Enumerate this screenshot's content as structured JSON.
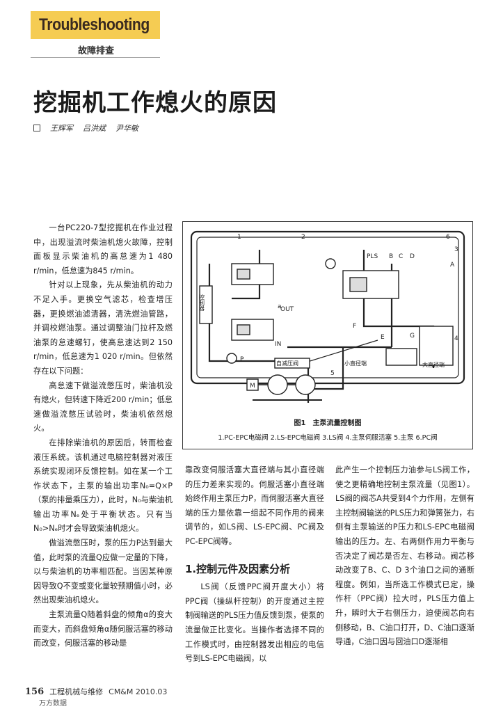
{
  "header": {
    "section_en": "Troubleshooting",
    "section_cn": "故障排查"
  },
  "article": {
    "title": "挖掘机工作熄火的原因",
    "authors": [
      "王辉军",
      "吕洪斌",
      "尹华敏"
    ]
  },
  "col1": {
    "p1": "一台PC220-7型挖掘机在作业过程中，出现溢流时柴油机熄火故障，控制面板显示柴油机的高怠速为1 480 r/min，低怠速为845 r/min。",
    "p2": "针对以上现象，先从柴油机的动力不足入手。更换空气滤芯，检查增压器，更换燃油滤清器，清洗燃油管路，并调校燃油泵。通过调整油门拉杆及燃油泵的怠速螺钉，使高怠速达到2 150 r/min，低怠速为1 020 r/min。但依然存在以下问题：",
    "p3": "高怠速下做溢流憋压时，柴油机没有熄火，但转速下降近200 r/min；低怠速做溢流憋压试验时，柴油机依然熄火。",
    "p4": "在排除柴油机的原因后，转而检查液压系统。该机通过电脑控制器对液压系统实现闭环反馈控制。如在某一个工作状态下，主泵的输出功率N₀=Q×P（泵的排量乘压力），此时，N₀与柴油机输出功率Nₑ处于平衡状态。只有当N₀>Nₑ时才会导致柴油机熄火。",
    "p5": "做溢流憋压时，泵的压力P达到最大值，此时泵的流量Q应做一定量的下降，以与柴油机的功率相匹配。当因某种原因导致Q不变或变化量较预期值小时，必然出现柴油机熄火。",
    "p6": "主泵流量Q随着斜盘的倾角α的变大而变大，而斜盘倾角α随伺服活塞的移动而改变，伺服活塞的移动是"
  },
  "col2": {
    "p1": "靠改变伺服活塞大直径端与其小直径端的压力差来实现的。伺服活塞小直径端始终作用主泵压力P，而伺服活塞大直径端的压力是依靠一组起不同作用的阀来调节的，如LS阀、LS-EPC阀、PC阀及PC-EPC阀等。",
    "heading": "1.控制元件及因素分析",
    "p2": "LS阀（反馈PPC阀开度大小）将PPC阀（操纵杆控制）的开度通过主控制阀输送的PLS压力值反馈到泵，使泵的流量做正比变化。当操作者选择不同的工作模式时，由控制器发出相应的电信号到LS-EPC电磁阀，以"
  },
  "col3": {
    "p1": "此产生一个控制压力油参与LS阀工作，使之更精确地控制主泵流量（见图1）。LS阀的阀芯A共受到4个力作用，左侧有主控制阀输送的PLS压力和弹簧张力，右侧有主泵输送的P压力和LS-EPC电磁阀输出的压力。左、右两侧作用力平衡与否决定了阀芯是否左、右移动。阀芯移动改变了B、C、D 3个油口之间的通断程度。例如，当所选工作模式已定，操作杆（PPC阀）拉大时，PLS压力值上升，瞬时大于右侧压力，迫使阀芯向右侧移动，B、C油口打开，D、C油口逐渐导通，C油口因与回油口D逐渐相"
  },
  "figure": {
    "caption": "图1　主泵流量控制图",
    "legend": "1.PC-EPC电磁阀 2.LS-EPC电磁阀 3.LS阀 4.主泵伺服活塞 5.主泵 6.PC阀",
    "labels": {
      "n1": "1",
      "n2": "2",
      "n3": "3",
      "n4": "4",
      "n5": "5",
      "n6": "6",
      "a": "a",
      "A": "A",
      "B": "B",
      "C": "C",
      "D": "D",
      "E": "E",
      "F": "F",
      "G": "G",
      "pls": "PLS",
      "p": "P",
      "out": "OUT",
      "in": "IN",
      "m": "M",
      "controller": "控制器",
      "relief": "自减压阀",
      "small_end": "小直径端",
      "large_end": "大直径端"
    }
  },
  "footer": {
    "page": "156",
    "journal": "工程机械与维修",
    "issue": "CM&M  2010.03",
    "watermark": "万方数据"
  }
}
